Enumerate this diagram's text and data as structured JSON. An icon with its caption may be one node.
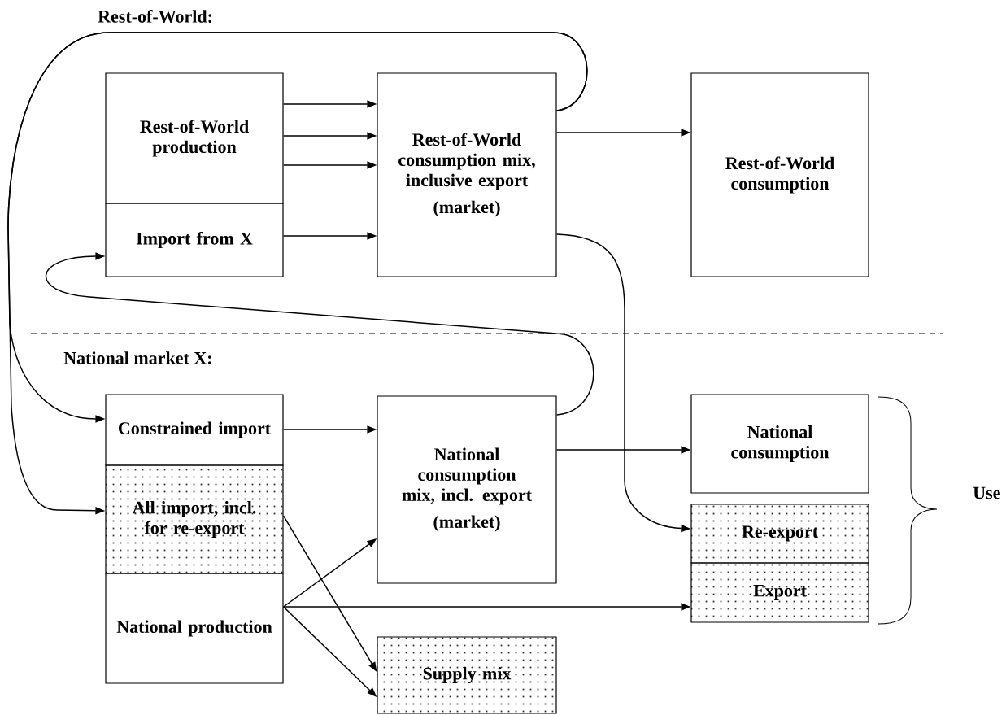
{
  "diagram": {
    "nodes": [
      {
        "text": [
          "Rest-of-World production"
        ]
      },
      {
        "text": [
          "Import from X"
        ]
      },
      {
        "text": [
          "Rest-of-World consumption mix, inclusive export",
          "(market)"
        ]
      },
      {
        "text": [
          "Rest-of-World consumption"
        ]
      },
      {
        "text": [
          "Constrained import"
        ]
      },
      {
        "text": [
          "All import, incl. for re-export"
        ]
      },
      {
        "text": [
          "National production"
        ]
      },
      {
        "text": [
          "National consumption mix, incl. export",
          "(market)"
        ]
      },
      {
        "text": [
          "National consumption"
        ]
      },
      {
        "text": [
          "Re-export"
        ]
      },
      {
        "text": [
          "Export"
        ]
      },
      {
        "text": [
          "Supply mix"
        ]
      }
    ],
    "edges": [
      {
        "from": 0,
        "to": 2,
        "arrow": "to"
      },
      {
        "from": 0,
        "to": 2,
        "arrow": "to"
      },
      {
        "from": 0,
        "to": 2,
        "arrow": "to"
      },
      {
        "from": 1,
        "to": 2,
        "arrow": "to"
      },
      {
        "from": 2,
        "to": 3,
        "arrow": "to"
      },
      {
        "from": 2,
        "to": 4,
        "arrow": "to"
      },
      {
        "from": 2,
        "to": 5,
        "arrow": "to"
      },
      {
        "from": 7,
        "to": 1,
        "arrow": "to"
      },
      {
        "from": 2,
        "to": 9,
        "arrow": "to"
      },
      {
        "from": 4,
        "to": 7,
        "arrow": "to"
      },
      {
        "from": 5,
        "to": 11,
        "arrow": "to"
      },
      {
        "from": 6,
        "to": 7,
        "arrow": "to"
      },
      {
        "from": 6,
        "to": 10,
        "arrow": "to"
      },
      {
        "from": 6,
        "to": 11,
        "arrow": "to"
      },
      {
        "from": 7,
        "to": 8,
        "arrow": "to"
      }
    ],
    "labels": [
      "Rest-of-World:",
      "National market X:",
      "Use"
    ]
  }
}
